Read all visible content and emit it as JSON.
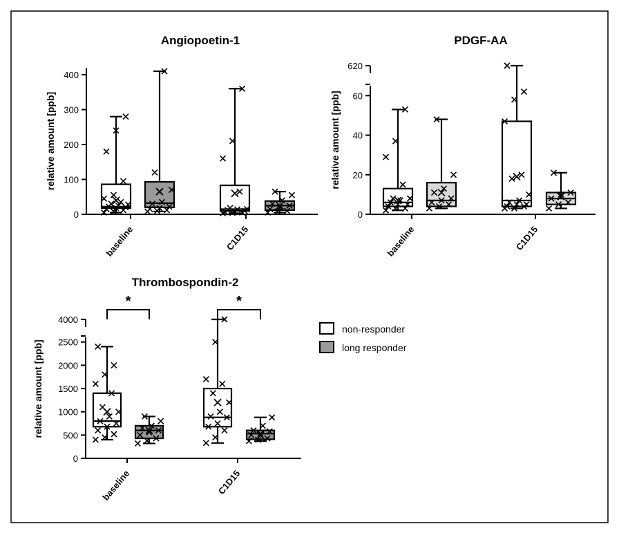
{
  "legend": {
    "items": [
      {
        "label": "non-responder",
        "color": "#ffffff"
      },
      {
        "label": "long responder",
        "color": "#9a9a9a"
      }
    ]
  },
  "chart_data": [
    {
      "type": "box",
      "title": "Angiopoetin-1",
      "ylabel": "relative amount [ppb]",
      "ylim": [
        0,
        420
      ],
      "yticks": [
        0,
        100,
        200,
        300,
        400
      ],
      "categories": [
        "baseline",
        "C1D15"
      ],
      "groups": [
        {
          "category": "baseline",
          "series": "non-responder",
          "fill": "#ffffff",
          "min": 5,
          "q1": 18,
          "median": 22,
          "q3": 86,
          "max": 280,
          "mean": 40,
          "points": [
            5,
            8,
            12,
            15,
            18,
            20,
            22,
            25,
            28,
            30,
            35,
            45,
            55,
            95,
            180,
            240,
            280
          ]
        },
        {
          "category": "baseline",
          "series": "long responder",
          "fill": "#9a9a9a",
          "min": 8,
          "q1": 20,
          "median": 32,
          "q3": 93,
          "max": 410,
          "mean": 65,
          "points": [
            8,
            10,
            12,
            15,
            18,
            22,
            30,
            35,
            70,
            120,
            410
          ]
        },
        {
          "category": "C1D15",
          "series": "non-responder",
          "fill": "#ffffff",
          "min": 3,
          "q1": 10,
          "median": 15,
          "q3": 83,
          "max": 360,
          "mean": 60,
          "points": [
            3,
            4,
            5,
            6,
            8,
            10,
            12,
            14,
            15,
            18,
            65,
            160,
            210,
            360
          ]
        },
        {
          "category": "C1D15",
          "series": "long responder",
          "fill": "#9a9a9a",
          "min": 5,
          "q1": 12,
          "median": 25,
          "q3": 38,
          "max": 65,
          "mean": 25,
          "points": [
            5,
            8,
            10,
            15,
            20,
            25,
            30,
            40,
            55,
            65
          ]
        }
      ]
    },
    {
      "type": "box",
      "title": "PDGF-AA",
      "ylabel": "relative amount [ppb]",
      "ylim": [
        0,
        65
      ],
      "yticks": [
        0,
        20,
        40,
        60
      ],
      "axis_break": {
        "upper_tick": 620
      },
      "categories": [
        "baseline",
        "C1D15"
      ],
      "groups": [
        {
          "category": "baseline",
          "series": "non-responder",
          "fill": "#ffffff",
          "min": 2,
          "q1": 4,
          "median": 6,
          "q3": 13,
          "max": 53,
          "mean": 7,
          "points": [
            2,
            3,
            3,
            4,
            5,
            5,
            6,
            7,
            8,
            8,
            15,
            29,
            37,
            53
          ]
        },
        {
          "category": "baseline",
          "series": "long responder",
          "fill": "#d9d9d9",
          "min": 3,
          "q1": 4,
          "median": 7,
          "q3": 16,
          "max": 48,
          "mean": 11,
          "points": [
            3,
            4,
            5,
            6,
            7,
            8,
            11,
            13,
            20,
            48
          ]
        },
        {
          "category": "C1D15",
          "series": "non-responder",
          "fill": "#ffffff",
          "min": 3,
          "q1": 4,
          "median": 7,
          "q3": 47,
          "max": 620,
          "mean": 19,
          "points": [
            3,
            3,
            4,
            4,
            5,
            5,
            6,
            7,
            10,
            18,
            20,
            47,
            58,
            62,
            620
          ]
        },
        {
          "category": "C1D15",
          "series": "long responder",
          "fill": "#d9d9d9",
          "min": 3,
          "q1": 5,
          "median": 8,
          "q3": 11,
          "max": 21,
          "mean": 9,
          "points": [
            3,
            5,
            6,
            8,
            10,
            11,
            21
          ]
        }
      ]
    },
    {
      "type": "box",
      "title": "Thrombospondin-2",
      "ylabel": "relative amount [ppb]",
      "ylim": [
        0,
        2600
      ],
      "yticks": [
        0,
        500,
        1000,
        1500,
        2000,
        2500
      ],
      "axis_break": {
        "upper_tick": 4000
      },
      "categories": [
        "baseline",
        "C1D15"
      ],
      "significance": [
        {
          "category": "baseline",
          "label": "*"
        },
        {
          "category": "C1D15",
          "label": "*"
        }
      ],
      "groups": [
        {
          "category": "baseline",
          "series": "non-responder",
          "fill": "#ffffff",
          "min": 400,
          "q1": 680,
          "median": 800,
          "q3": 1400,
          "max": 2400,
          "mean": 1000,
          "points": [
            400,
            450,
            520,
            600,
            680,
            750,
            800,
            900,
            1000,
            1100,
            1400,
            1600,
            1800,
            2000,
            2400
          ]
        },
        {
          "category": "baseline",
          "series": "long responder",
          "fill": "#9a9a9a",
          "min": 320,
          "q1": 430,
          "median": 600,
          "q3": 700,
          "max": 900,
          "mean": 600,
          "points": [
            320,
            380,
            430,
            500,
            560,
            600,
            650,
            700,
            800,
            900
          ]
        },
        {
          "category": "C1D15",
          "series": "non-responder",
          "fill": "#ffffff",
          "min": 330,
          "q1": 680,
          "median": 880,
          "q3": 1500,
          "max": 3850,
          "mean": 1200,
          "points": [
            330,
            450,
            600,
            680,
            750,
            880,
            900,
            1000,
            1200,
            1400,
            1600,
            1700,
            2500,
            3850
          ]
        },
        {
          "category": "C1D15",
          "series": "long responder",
          "fill": "#9a9a9a",
          "min": 370,
          "q1": 410,
          "median": 530,
          "q3": 600,
          "max": 880,
          "mean": 500,
          "points": [
            370,
            400,
            430,
            500,
            530,
            580,
            600,
            700,
            880
          ]
        }
      ]
    }
  ]
}
